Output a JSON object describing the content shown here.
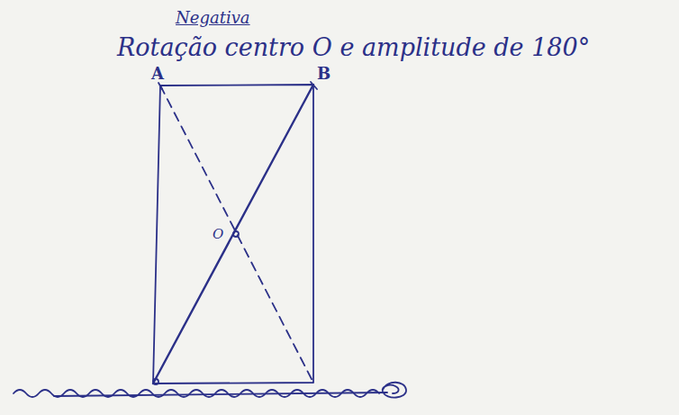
{
  "diagram": {
    "title": "Negativa",
    "labels": [
      "Rotação centro O e amplitude de 180°",
      "A",
      "B",
      "O"
    ]
  }
}
